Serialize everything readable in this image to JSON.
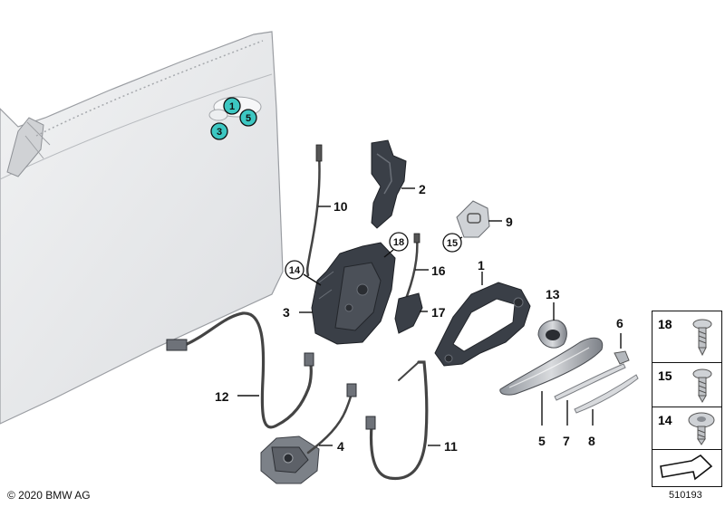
{
  "door_callouts": [
    "1",
    "5",
    "3"
  ],
  "callouts": {
    "c1": "1",
    "c2": "2",
    "c3": "3",
    "c4": "4",
    "c5": "5",
    "c6": "6",
    "c7": "7",
    "c8": "8",
    "c9": "9",
    "c10": "10",
    "c11": "11",
    "c12": "12",
    "c13": "13",
    "c16": "16",
    "c17": "17"
  },
  "circled_callouts": {
    "c14": "14",
    "c15": "15",
    "c18": "18"
  },
  "side_panel": {
    "items": [
      {
        "number": "18"
      },
      {
        "number": "15"
      },
      {
        "number": "14"
      }
    ]
  },
  "footer": {
    "copyright": "© 2020 BMW AG",
    "diagram_id": "510193"
  },
  "colors": {
    "door_marker": "#3cc7c2",
    "door_body": "#e6e7e9",
    "part_dark": "#3a3f47",
    "line": "#111111"
  }
}
